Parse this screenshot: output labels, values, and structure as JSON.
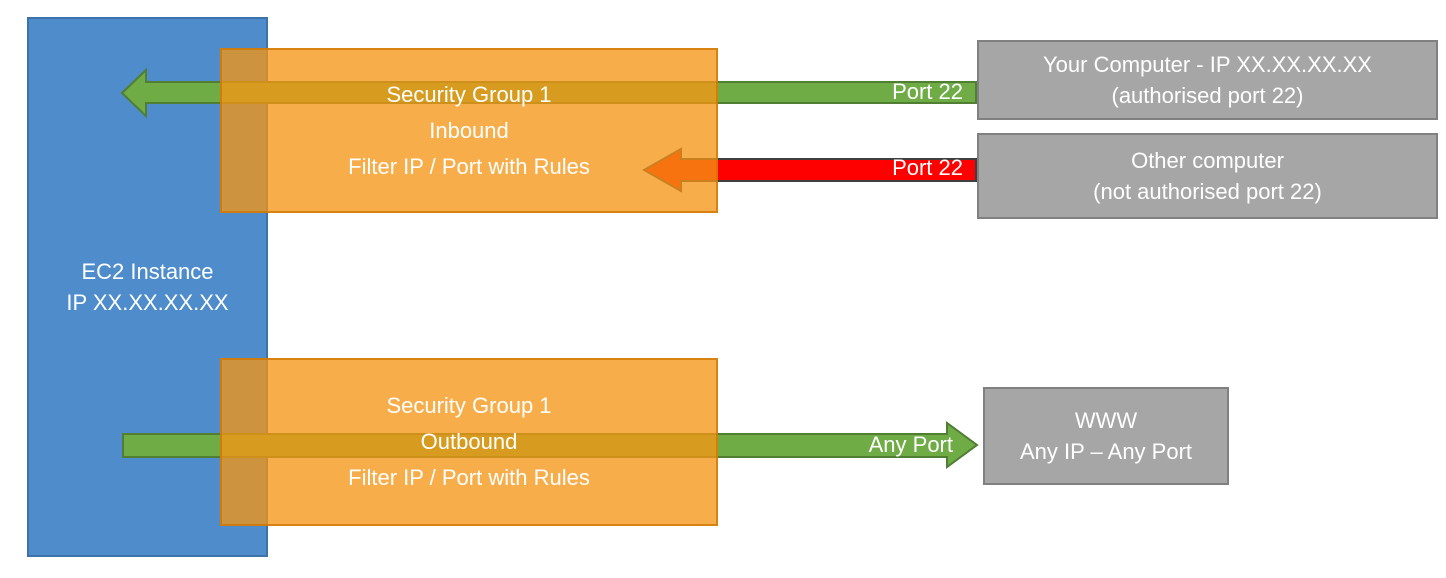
{
  "colors": {
    "ec2_blue": "#4E8CCB",
    "ec2_blue_border": "#3D73AA",
    "security_group_orange": "#F7AE4A",
    "security_group_orange_border": "#D9953B",
    "allowed_green": "#6FAC46",
    "allowed_green_border": "#507E32",
    "blocked_red": "#FF0000",
    "blocked_red_border": "#3F3F3F",
    "endpoint_gray": "#A6A6A6",
    "endpoint_gray_border": "#808080"
  },
  "ec2_instance": {
    "name": "EC2 Instance",
    "ip": "IP XX.XX.XX.XX"
  },
  "inbound_group": {
    "title": "Security Group 1",
    "direction": "Inbound",
    "description": "Filter IP / Port with Rules"
  },
  "outbound_group": {
    "title": "Security Group 1",
    "direction": "Outbound",
    "description": "Filter IP / Port with Rules"
  },
  "your_computer": {
    "title": "Your Computer - IP XX.XX.XX.XX",
    "subtitle": "(authorised port 22)"
  },
  "other_computer": {
    "title": "Other computer",
    "subtitle": "(not authorised port 22)"
  },
  "www": {
    "title": "WWW",
    "subtitle": "Any IP – Any Port"
  },
  "arrow_labels": {
    "inbound_allowed": "Port 22",
    "inbound_blocked": "Port 22",
    "outbound": "Any Port"
  }
}
